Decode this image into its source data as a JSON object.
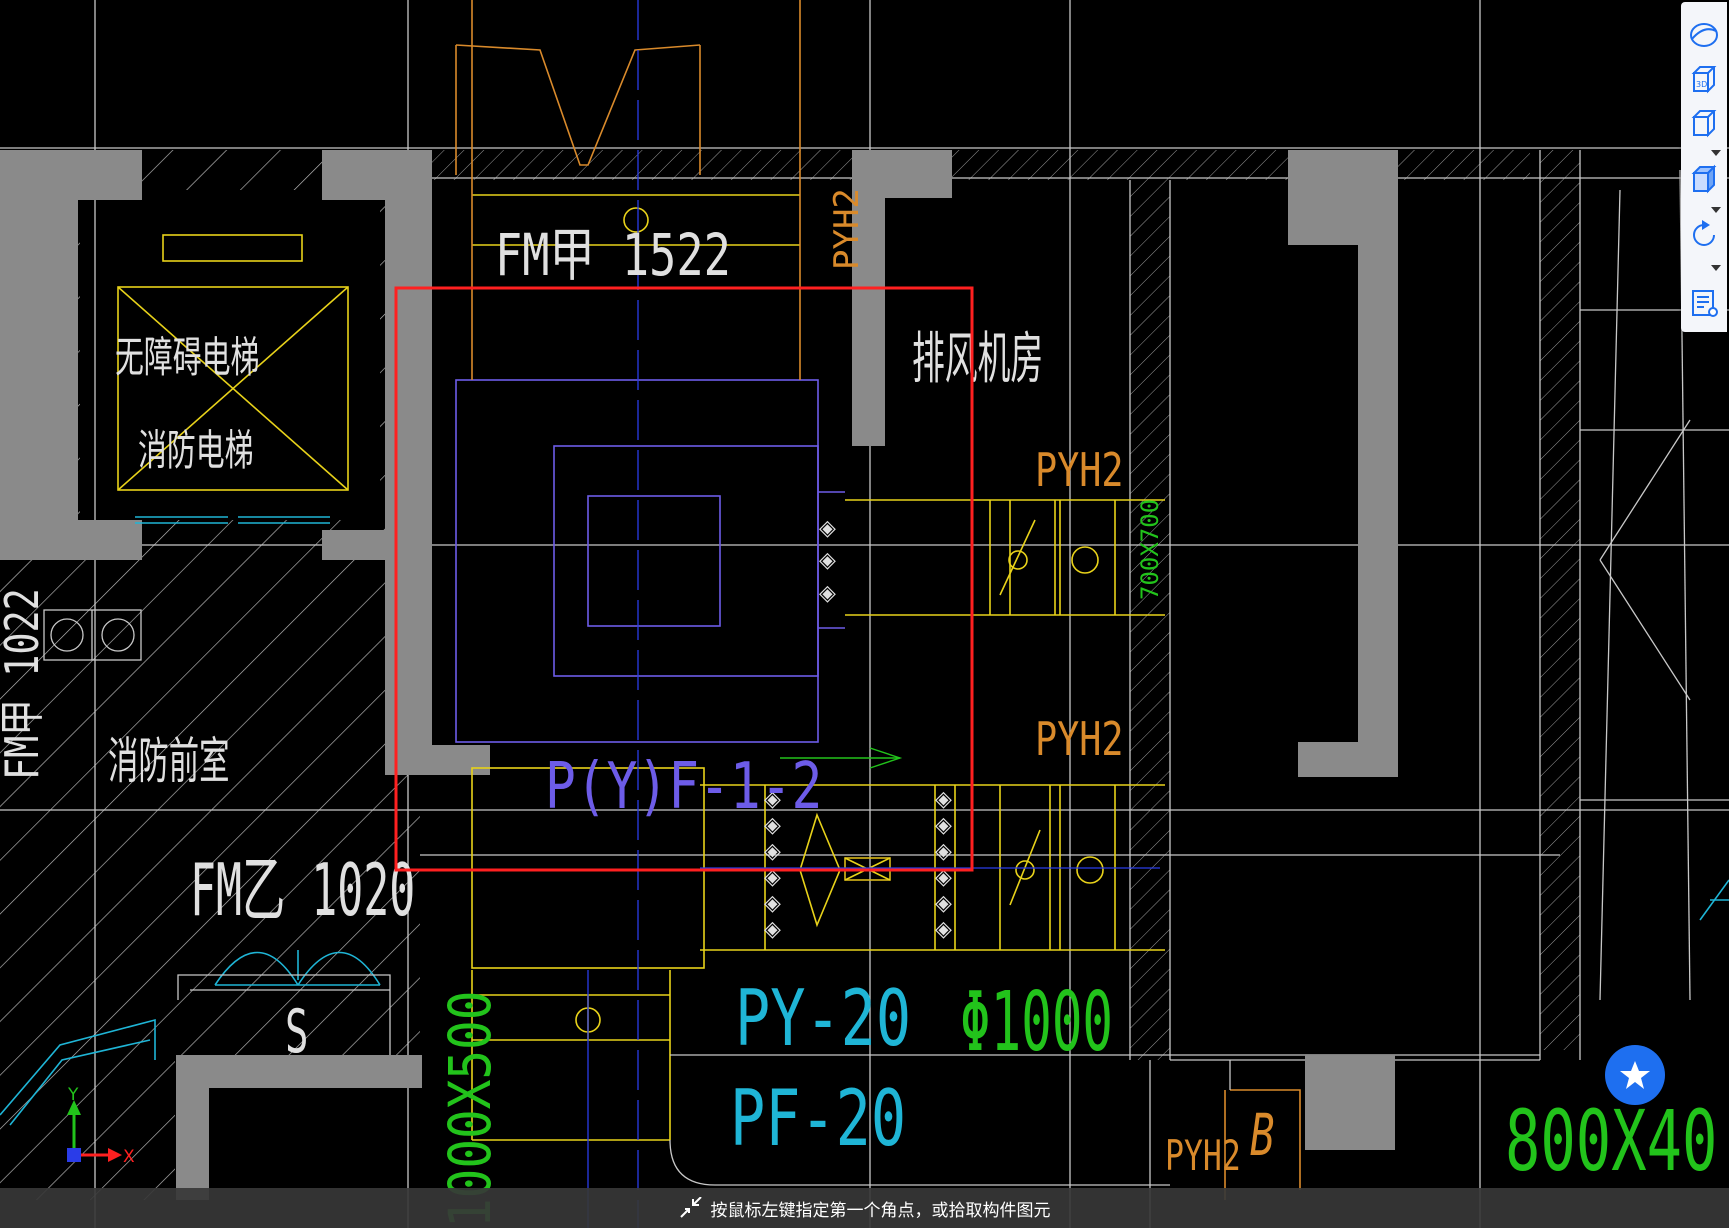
{
  "drawing": {
    "labels": {
      "fm_jia": "FM甲 1522",
      "elevator_accessible": "无障碍电梯",
      "elevator_fire": "消防电梯",
      "exhaust_room": "排风机房",
      "pyh2_top": "PYH2",
      "pyh2_right_1": "PYH2",
      "pyh2_right_2": "PYH2",
      "pyh2_bottom": "PYH2",
      "fan_code": "P(Y)F-1-2",
      "duct_size_green": "700X700",
      "fire_lobby": "消防前室",
      "fm_yi": "FM乙 1020",
      "fm_side": "FM甲 1022",
      "py20": "PY-20",
      "diameter": "Φ1000",
      "pf20": "PF-20",
      "duct_left_green": "1000X500",
      "duct_right_green": "800X40",
      "letter_s": "S",
      "letter_b": "B"
    },
    "axis": {
      "y": "Y",
      "x": "X"
    },
    "colors": {
      "wall": "#8a8a8a",
      "grid": "#c8c8c8",
      "yellow": "#e8d21a",
      "blue_violet": "#6d5ce8",
      "orange": "#d98a2b",
      "green": "#22c31b",
      "cyan": "#1fb5d6",
      "selection": "#ff2020"
    }
  },
  "toolbar": {
    "items": [
      {
        "name": "orbit-icon"
      },
      {
        "name": "3d-view-icon"
      },
      {
        "name": "cube-view-icon"
      },
      {
        "name": "shaded-cube-icon"
      },
      {
        "name": "rotate-icon"
      },
      {
        "name": "property-list-icon"
      }
    ]
  },
  "status": {
    "prompt": "按鼠标左键指定第一个角点，或拾取构件图元"
  }
}
